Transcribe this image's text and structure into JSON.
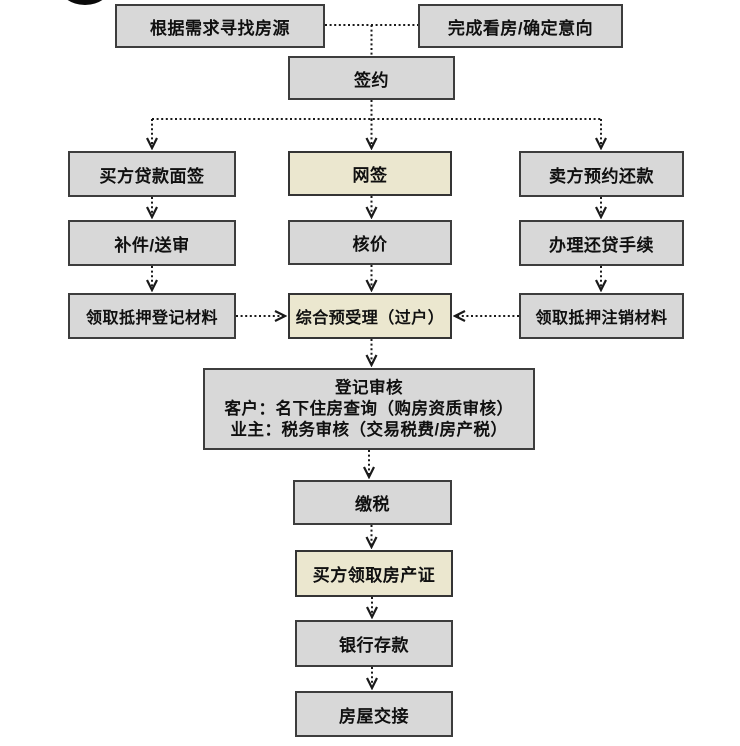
{
  "flowchart": {
    "kind": "process-flow-diagram",
    "colors": {
      "node_fill": "#d8d8d8",
      "highlight_fill": "#ebe7cf",
      "node_border": "#3d3d3d",
      "connector": "#1a1a1a",
      "background": "#ffffff"
    },
    "nodes": [
      {
        "id": "find-house",
        "label": "根据需求寻找房源",
        "highlighted": false
      },
      {
        "id": "confirm-intent",
        "label": "完成看房/确定意向",
        "highlighted": false
      },
      {
        "id": "sign-contract",
        "label": "签约",
        "highlighted": false
      },
      {
        "id": "buyer-loan-interview",
        "label": "买方贷款面签",
        "highlighted": false
      },
      {
        "id": "online-sign",
        "label": "网签",
        "highlighted": true
      },
      {
        "id": "seller-repay-appointment",
        "label": "卖方预约还款",
        "highlighted": false
      },
      {
        "id": "supplement-review",
        "label": "补件/送审",
        "highlighted": false
      },
      {
        "id": "price-verification",
        "label": "核价",
        "highlighted": false
      },
      {
        "id": "repay-loan-procedure",
        "label": "办理还贷手续",
        "highlighted": false
      },
      {
        "id": "collect-mortgage-registration-materials",
        "label": "领取抵押登记材料",
        "highlighted": false
      },
      {
        "id": "comprehensive-pre-acceptance",
        "label": "综合预受理（过户）",
        "highlighted": true
      },
      {
        "id": "collect-mortgage-cancellation-materials",
        "label": "领取抵押注销材料",
        "highlighted": false
      },
      {
        "id": "registration-review",
        "highlighted": false,
        "lines": [
          "登记审核",
          "客户：名下住房查询（购房资质审核）",
          "业主：税务审核（交易税费/房产税）"
        ]
      },
      {
        "id": "pay-tax",
        "label": "缴税",
        "highlighted": false
      },
      {
        "id": "buyer-collect-certificate",
        "label": "买方领取房产证",
        "highlighted": true
      },
      {
        "id": "bank-deposit",
        "label": "银行存款",
        "highlighted": false
      },
      {
        "id": "house-handover",
        "label": "房屋交接",
        "highlighted": false
      }
    ],
    "edges": [
      {
        "from": "find-house",
        "to": "confirm-intent",
        "arrow": false
      },
      {
        "from": "find-house/confirm-intent",
        "to": "sign-contract",
        "arrow": false
      },
      {
        "from": "sign-contract",
        "to": "buyer-loan-interview",
        "arrow": true
      },
      {
        "from": "sign-contract",
        "to": "online-sign",
        "arrow": true
      },
      {
        "from": "sign-contract",
        "to": "seller-repay-appointment",
        "arrow": true
      },
      {
        "from": "buyer-loan-interview",
        "to": "supplement-review",
        "arrow": true
      },
      {
        "from": "supplement-review",
        "to": "collect-mortgage-registration-materials",
        "arrow": true
      },
      {
        "from": "online-sign",
        "to": "price-verification",
        "arrow": true
      },
      {
        "from": "price-verification",
        "to": "comprehensive-pre-acceptance",
        "arrow": true
      },
      {
        "from": "seller-repay-appointment",
        "to": "repay-loan-procedure",
        "arrow": true
      },
      {
        "from": "repay-loan-procedure",
        "to": "collect-mortgage-cancellation-materials",
        "arrow": true
      },
      {
        "from": "collect-mortgage-registration-materials",
        "to": "comprehensive-pre-acceptance",
        "arrow": true
      },
      {
        "from": "collect-mortgage-cancellation-materials",
        "to": "comprehensive-pre-acceptance",
        "arrow": true
      },
      {
        "from": "comprehensive-pre-acceptance",
        "to": "registration-review",
        "arrow": true
      },
      {
        "from": "registration-review",
        "to": "pay-tax",
        "arrow": true
      },
      {
        "from": "pay-tax",
        "to": "buyer-collect-certificate",
        "arrow": true
      },
      {
        "from": "buyer-collect-certificate",
        "to": "bank-deposit",
        "arrow": true
      },
      {
        "from": "bank-deposit",
        "to": "house-handover",
        "arrow": true
      }
    ]
  }
}
